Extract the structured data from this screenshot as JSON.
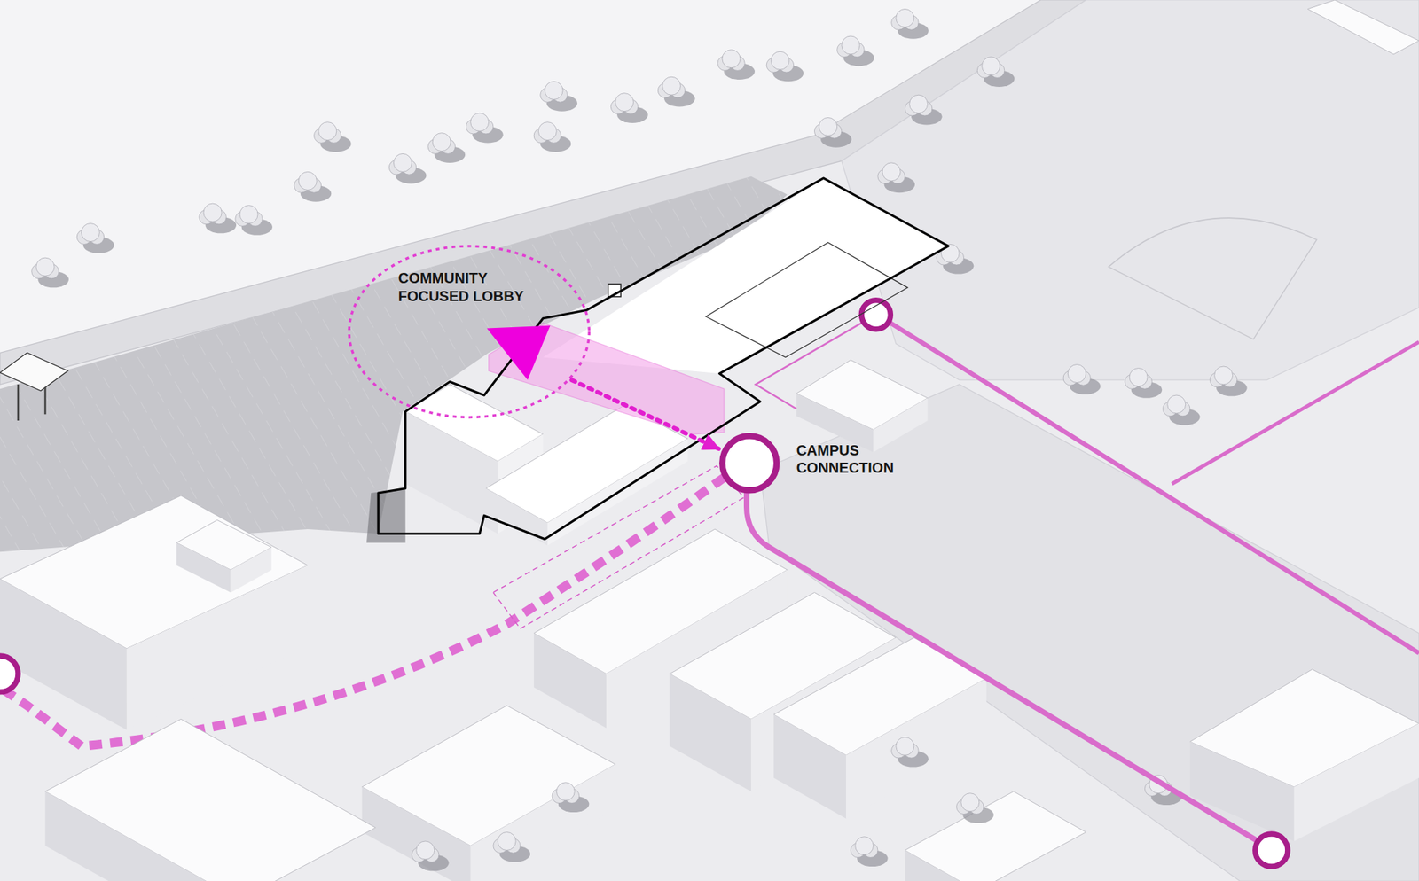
{
  "diagram": {
    "nodes": [
      {
        "text": [
          "COMMUNITY FOCUSED LOBBY"
        ]
      },
      {
        "text": [
          "CAMPUS CONNECTION"
        ]
      }
    ],
    "edges": [
      {
        "from": 0,
        "to": 1,
        "arrow": "to"
      }
    ]
  }
}
